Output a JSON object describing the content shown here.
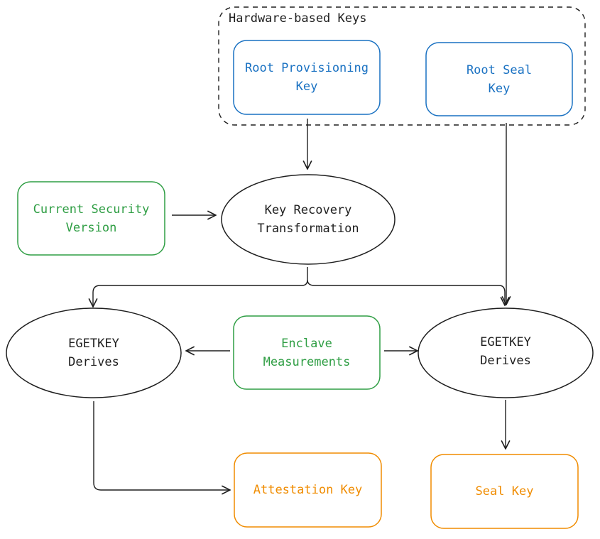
{
  "colors": {
    "ink": "#1e1e1e",
    "blue": "#1971c2",
    "green": "#2f9e44",
    "orange": "#f08c00"
  },
  "group": {
    "title": "Hardware-based Keys"
  },
  "nodes": {
    "root_provisioning": {
      "label": "Root Provisioning\nKey"
    },
    "root_seal": {
      "label": "Root Seal\nKey"
    },
    "security_version": {
      "label": "Current Security\nVersion"
    },
    "key_recovery": {
      "label": "Key Recovery\nTransformation"
    },
    "enclave_measurements": {
      "label": "Enclave\nMeasurements"
    },
    "egetkey_left": {
      "label": "EGETKEY\nDerives"
    },
    "egetkey_right": {
      "label": "EGETKEY\nDerives"
    },
    "attestation_key": {
      "label": "Attestation Key"
    },
    "seal_key": {
      "label": "Seal Key"
    }
  }
}
